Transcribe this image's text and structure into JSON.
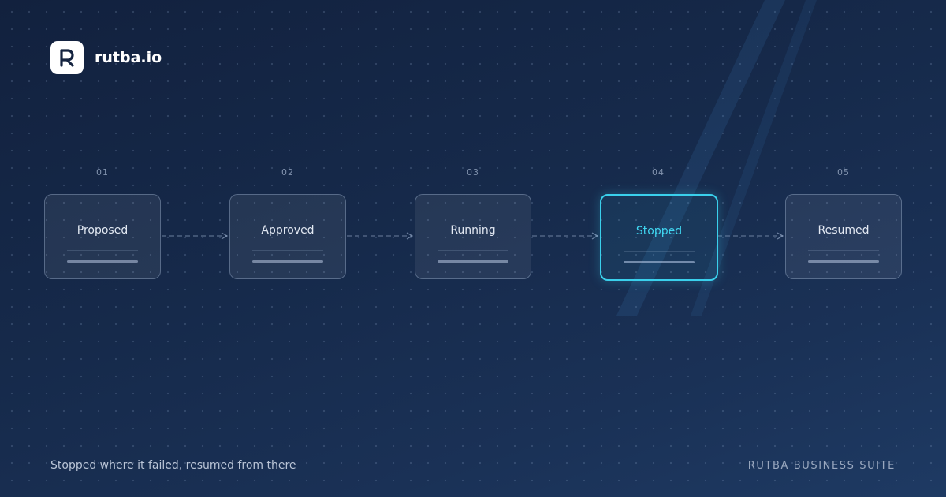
{
  "brand": {
    "name": "rutba.io",
    "logo_icon": "r-logo-icon",
    "logo_letter": "R"
  },
  "steps": [
    {
      "number": "01",
      "label": "Proposed",
      "active": false
    },
    {
      "number": "02",
      "label": "Approved",
      "active": false
    },
    {
      "number": "03",
      "label": "Running",
      "active": false
    },
    {
      "number": "04",
      "label": "Stopped",
      "active": true
    },
    {
      "number": "05",
      "label": "Resumed",
      "active": false
    }
  ],
  "footer": {
    "tagline": "Stopped where it failed, resumed from there",
    "suite": "RUTBA BUSINESS SUITE"
  },
  "colors": {
    "background": "#162a4b",
    "accent": "#3ad0ec",
    "brand_text": "#ffffff"
  }
}
